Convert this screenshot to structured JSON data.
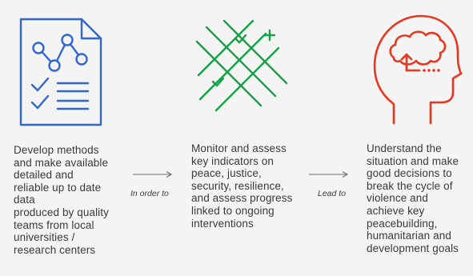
{
  "steps": [
    {
      "icon": "report-chart-checklist-icon",
      "text": "Develop methods\nand make available\ndetailed and\nreliable up to date\ndata\nproduced by quality\nteams from local\nuniversities /\nresearch centers"
    },
    {
      "icon": "crosshatch-grid-checkmarks-icon",
      "text": "Monitor and assess\nkey indicators on\npeace, justice,\nsecurity, resilience,\nand assess progress\nlinked to ongoing\ninterventions"
    },
    {
      "icon": "head-brain-decision-icon",
      "text": "Understand  the\nsituation and make\ngood decisions to\nbreak the cycle of\nviolence and\nachieve key\npeacebuilding,\nhumanitarian and\ndevelopment goals"
    }
  ],
  "connectors": [
    {
      "label": "In order to"
    },
    {
      "label": "Lead to"
    }
  ],
  "colors": {
    "background": "#f4f4f4",
    "text": "#3a3a3a",
    "blue": "#2f66d3",
    "green": "#16a047",
    "red": "#e8371e",
    "arrow": "#6b6b6b"
  }
}
